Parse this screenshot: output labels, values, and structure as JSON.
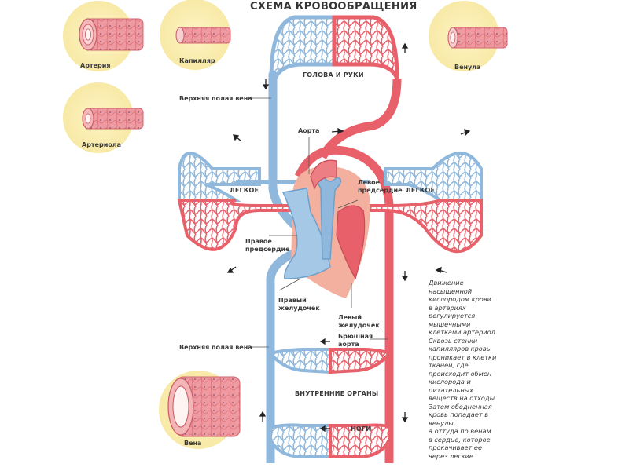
{
  "title": "СХЕМА КРОВООБРАЩЕНИЯ",
  "vessel_insets": [
    {
      "id": "artery",
      "label": "Артерия"
    },
    {
      "id": "capillary",
      "label": "Капилляр"
    },
    {
      "id": "arteriole",
      "label": "Артериола"
    },
    {
      "id": "venule",
      "label": "Венула"
    },
    {
      "id": "vein",
      "label": "Вена"
    }
  ],
  "regions": {
    "head_arms": "ГОЛОВА И РУКИ",
    "lung_left": "ЛЕГКОЕ",
    "lung_right": "ЛЕГКОЕ",
    "internal_organs": "ВНУТРЕННИЕ ОРГАНЫ",
    "legs": "НОГИ"
  },
  "anatomy_labels": {
    "superior_vena_cava_top": "Верхняя полая вена",
    "superior_vena_cava_bottom": "Верхняя полая вена",
    "aorta": "Аорта",
    "left_atrium": "Левое\nпредсердие",
    "right_atrium": "Правое\nпредсердие",
    "right_ventricle": "Правый\nжелудочек",
    "left_ventricle": "Левый\nжелудочек",
    "abdominal_aorta": "Брюшная\nаорта"
  },
  "description_lines": [
    "Движение",
    "насыщенной",
    "кислородом крови",
    "в артериях",
    "регулируется",
    "мышечными",
    "клетками артериол.",
    "Сквозь стенки",
    "капилляров кровь",
    "проникает в клетки",
    "тканей, где",
    "происходит обмен",
    "кислорода и",
    "питательных",
    "веществ на отходы.",
    "Затем обедненная",
    "кровь попадает в",
    "венулы,",
    "а оттуда по венам",
    "в сердце, которое",
    "прокачивает ее",
    "через легкие."
  ],
  "colors": {
    "oxygenated": "#e8606a",
    "deoxygenated": "#8fb8dc",
    "oxygenated_light": "#f6b3ad",
    "deoxygenated_light": "#c9def0",
    "inset_bg": "#fbf0b4",
    "text": "#3a3a3a"
  }
}
